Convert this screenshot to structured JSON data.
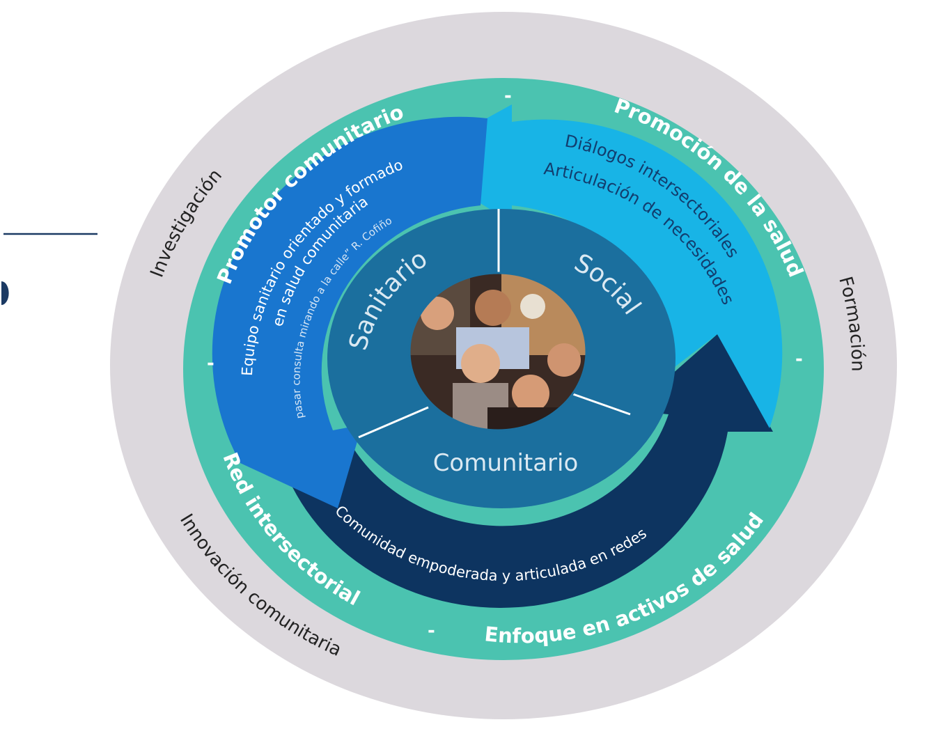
{
  "outer_ring": {
    "top_left": "Investigación",
    "right": "Formación",
    "bottom": "Innovación comunitaria"
  },
  "green_ring": {
    "promotor": "Promotor comunitario",
    "promocion": "Promoción de la salud",
    "enfoque": "Enfoque en activos de salud",
    "red": "Red intersectorial",
    "separator": "-"
  },
  "arrows": {
    "sanitario_line1": "Equipo sanitario orientado y formado",
    "sanitario_line2": "en salud comunitaria",
    "sanitario_line3": "pasar consulta mirando a la calle” R. Cofiño",
    "social_line1": "Diálogos intersectoriales",
    "social_line2": "Articulación de necesidades",
    "comunitario_line1": "Comunidad empoderada y articulada en redes"
  },
  "core": {
    "sanitario": "Sanitario",
    "social": "Social",
    "comunitario": "Comunitario"
  },
  "colors": {
    "outer_grey": "#dcd8dd",
    "green": "#4bc3b0",
    "blue_dark": "#0d3460",
    "blue_mid": "#1976cf",
    "blue_light": "#18b4e6",
    "core_teal": "#1b6f9e",
    "left_line": "#1b3a63"
  }
}
